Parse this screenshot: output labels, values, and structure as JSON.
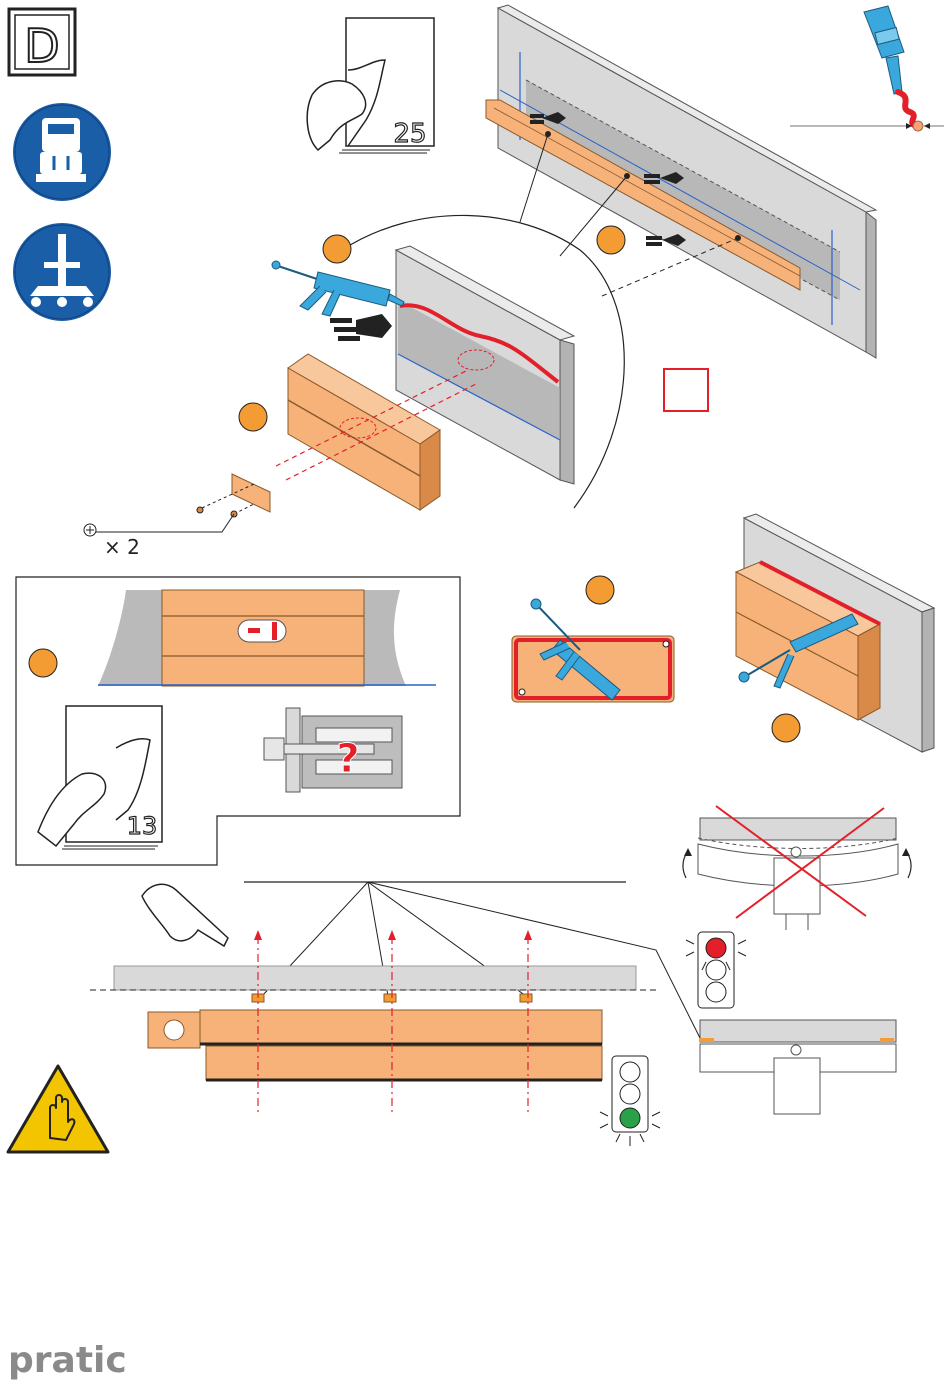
{
  "section_letter": "D",
  "page_refs": {
    "top": "25",
    "inset": "13"
  },
  "screw_count": "× 2",
  "brand": "pratic",
  "icons": {
    "laser_level": "laser-level-icon",
    "lifting_stand": "lifting-stand-icon",
    "warning_hand": "warning-hand-icon",
    "traffic_light_red": "traffic-light-red-icon",
    "traffic_light_green": "traffic-light-green-icon"
  },
  "colors": {
    "profile": "#f7b27a",
    "profile_dark": "#d98a48",
    "wall": "#d9d9d9",
    "wall_shade": "#a9a9a9",
    "step_marker": "#f39c34",
    "sealant": "#e3202a",
    "tool": "#3aa8dc",
    "mandatory_sign": "#1b5ea8",
    "warning_sign": "#f2c500",
    "laser_line": "#2a62c9"
  }
}
